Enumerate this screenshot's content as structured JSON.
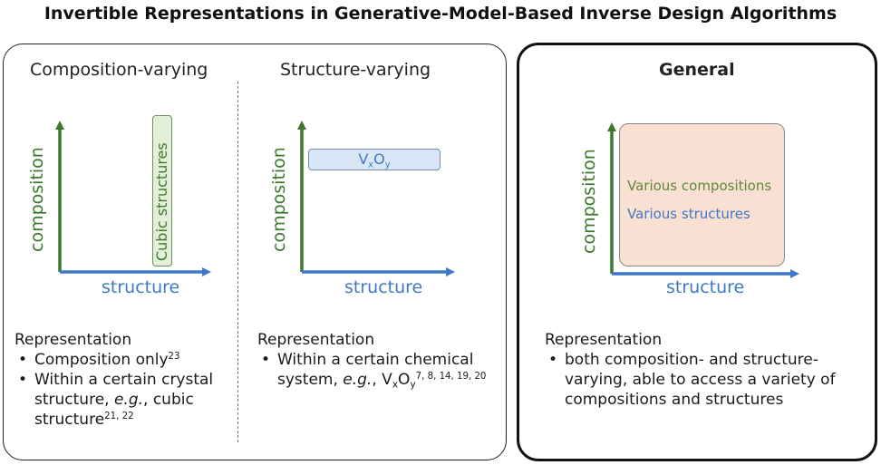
{
  "title": "Invertible Representations in Generative-Model-Based Inverse Design Algorithms",
  "colors": {
    "composition_green": "#3a7a2a",
    "structure_blue": "#3f78c4",
    "general_fill": "#fadfd3"
  },
  "panels": {
    "composition_varying": {
      "heading": "Composition-varying",
      "ylabel": "composition",
      "xlabel": "structure",
      "region_label": "Cubic structures",
      "representation": {
        "title": "Representation",
        "item1": "Composition only",
        "item1_ref": "23",
        "item2_a": "Within a certain crystal structure, ",
        "item2_eg": "e.g.",
        "item2_b": ", cubic structure",
        "item2_ref": "21, 22"
      }
    },
    "structure_varying": {
      "heading": "Structure-varying",
      "ylabel": "composition",
      "xlabel": "structure",
      "region_label_v": "V",
      "region_label_x": "x",
      "region_label_o": "O",
      "region_label_y": "y",
      "representation": {
        "title": "Representation",
        "item1_a": "Within a certain chemical system, ",
        "item1_eg": "e.g.",
        "item1_b": ", ",
        "item1_v": "V",
        "item1_x": "x",
        "item1_o": "O",
        "item1_y": "y",
        "item1_ref": "7, 8, 14, 19, 20"
      }
    },
    "general": {
      "heading": "General",
      "ylabel": "composition",
      "xlabel": "structure",
      "region_label_compositions": "Various compositions",
      "region_label_structures": "Various structures",
      "representation": {
        "title": "Representation",
        "item1": "both composition- and structure-varying, able to access a variety of compositions and structures"
      }
    }
  }
}
